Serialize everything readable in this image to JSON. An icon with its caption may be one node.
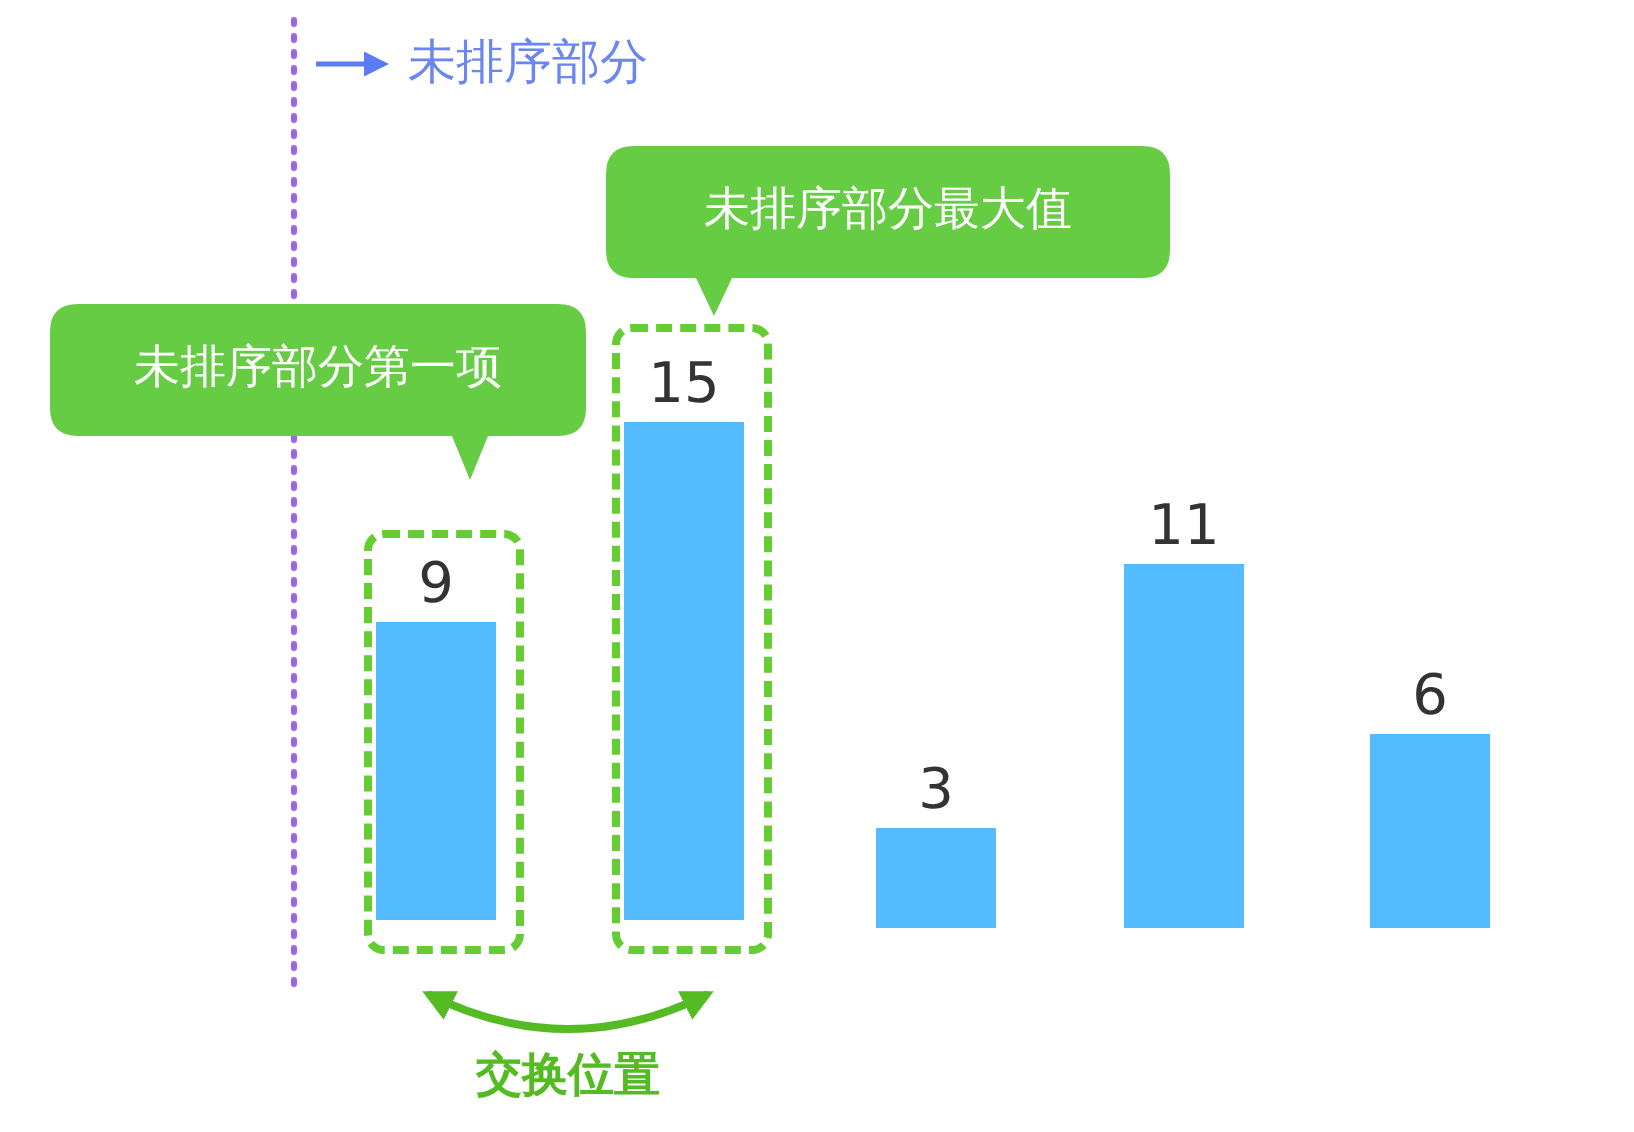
{
  "diagram": {
    "nodes": [
      {
        "text": [
          "未排序部分第一项"
        ]
      },
      {
        "text": [
          "未排序部分最大值"
        ]
      },
      {
        "text": [],
        "shape": "box"
      },
      {
        "text": [],
        "shape": "bar",
        "in": 2,
        "beside": [
          "9"
        ]
      },
      {
        "text": [],
        "shape": "box"
      },
      {
        "text": [],
        "shape": "bar",
        "in": 4,
        "beside": [
          "15"
        ]
      },
      {
        "text": [],
        "shape": "bar",
        "beside": [
          "3"
        ]
      },
      {
        "text": [],
        "shape": "bar",
        "beside": [
          "11"
        ]
      },
      {
        "text": [],
        "shape": "bar",
        "beside": [
          "6"
        ]
      }
    ],
    "edges": [
      {
        "from": 2,
        "to": 4,
        "arrow": "both",
        "label": "交换位置"
      }
    ],
    "labels": [
      "未排序部分"
    ]
  }
}
